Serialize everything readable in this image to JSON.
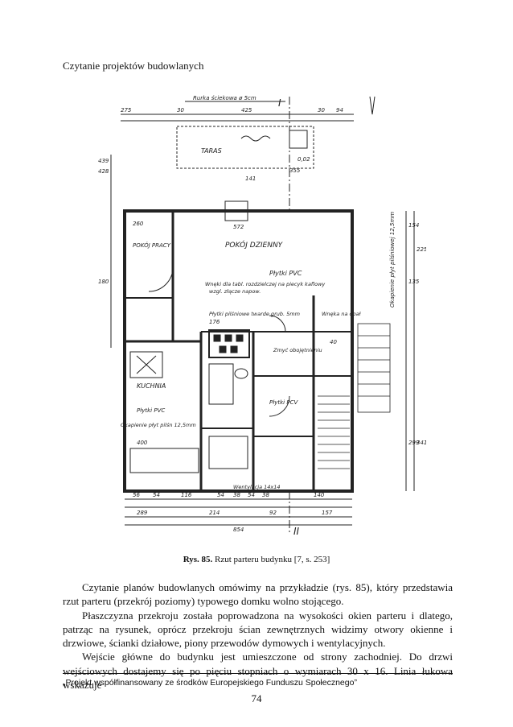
{
  "header": {
    "title": "Czytanie projektów budowlanych"
  },
  "figure": {
    "labels": {
      "pipe": "Rurka ściekowa ø 5cm",
      "terrace": "TARAS",
      "office": "POKÓJ PRACY",
      "living": "POKÓJ DZIENNY",
      "tiles_pvc": "Płytki PVC",
      "stove_note": "Wnęki dla tabl. rozdzielczej na piecyk kaflowy",
      "stove_note2": "wzgl. złącze napow.",
      "flooring": "Płytki pilśniowe twarde grub. 5mm",
      "kitchen": "KUCHNIA",
      "kitchen_tiles": "Płytki PVC",
      "eaves": "Okapienie płyt pilśn 12,5mm",
      "ventilation": "Wentylacja 14x14",
      "side_eaves": "Okapienie płyt pilśniowej 12,5mm",
      "closet": "Wnęka na opał",
      "hall_tiles": "Płytki PCV",
      "hall_note": "Zmyć obojętnieniu",
      "axis_top": "I",
      "axis_bottom": "II"
    },
    "dims": {
      "top_row": [
        "275",
        "30",
        "425",
        "30",
        "94"
      ],
      "total": "854",
      "bottom_row_1": [
        "56",
        "54",
        "116",
        "54",
        "38",
        "54",
        "38",
        "140"
      ],
      "bottom_row_2": [
        "289",
        "214",
        "92",
        "157"
      ],
      "left": [
        "439",
        "428",
        "180"
      ],
      "right": [
        "154",
        "225",
        "135",
        "299",
        "341"
      ],
      "inner": [
        "572",
        "260",
        "176",
        "400",
        "0,02",
        "355",
        "141",
        "40"
      ]
    }
  },
  "caption": {
    "label": "Rys. 85.",
    "text": "Rzut parteru budynku [7, s. 253]"
  },
  "paragraphs": [
    "Czytanie planów budowlanych omówimy na przykładzie (rys. 85), który przedstawia rzut parteru (przekrój poziomy) typowego domku wolno stojącego.",
    "Płaszczyzna przekroju została poprowadzona na wysokości okien parteru i dlatego, patrząc na rysunek, oprócz przekroju ścian zewnętrznych widzimy otwory okienne i drzwiowe, ścianki działowe, piony przewodów dymowych i wentylacyjnych.",
    "Wejście główne do budynku jest umieszczone od strony zachodniej. Do drzwi wejściowych dostajemy się po pięciu stopniach o wymiarach 30 x 16. Linia łukowa wskazuje"
  ],
  "footer": {
    "text": "„Projekt współfinansowany ze środków Europejskiego Funduszu Społecznego”",
    "page": "74"
  }
}
